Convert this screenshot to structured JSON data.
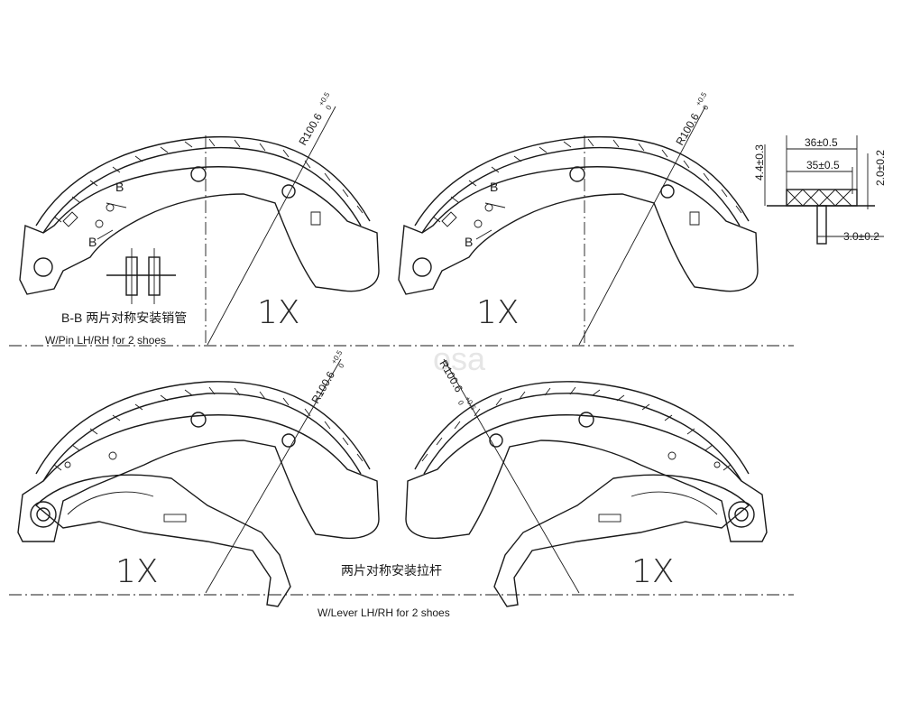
{
  "title": "",
  "labels": {
    "radius_label": "R100.6",
    "radius_sup": "+0.5",
    "radius_sub": "0",
    "section_b": "B",
    "bb_note": "B-B 两片对称安装销管",
    "pin_note": "W/Pin LH/RH for 2 shoes",
    "lever_cn": "两片对称安装拉杆",
    "lever_note": "W/Lever LH/RH for 2 shoes",
    "qty": "1X"
  },
  "dimensions": {
    "d1": "36±0.5",
    "d2": "35±0.5",
    "d3": "4.4±0.3",
    "d4": "2.0±0.2",
    "d5": "3.0±0.2"
  },
  "watermark": "osa"
}
